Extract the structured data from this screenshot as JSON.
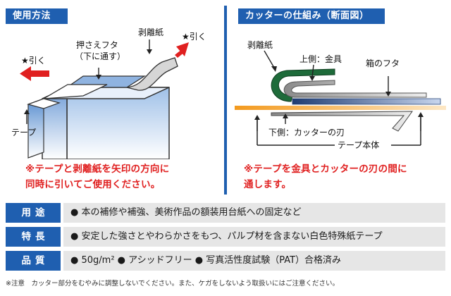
{
  "left_panel": {
    "header": "使用方法",
    "labels": {
      "pull_left": "★引く",
      "pull_right": "★引く",
      "lid_line1": "押さえフタ",
      "lid_line2": "（下に通す）",
      "release_paper": "剥離紙",
      "tape": "テープ"
    },
    "note_line1": "※テープと剥離紙を矢印の方向に",
    "note_line2": "同時に引いてご使用ください。"
  },
  "right_panel": {
    "header": "カッターの仕組み（断面図）",
    "labels": {
      "release_paper": "剥離紙",
      "upper_metal": "上側：金具",
      "box_lid": "箱のフタ",
      "lower_cutter": "下側：カッターの刃",
      "tape_body": "テープ本体"
    },
    "note_line1": "※テープを金具とカッターの刃の間に",
    "note_line2": "通します。"
  },
  "info_rows": [
    {
      "label": "用途",
      "text": "● 本の補修や補強、美術作品の額装用台紙への固定など"
    },
    {
      "label": "特長",
      "text": "● 安定した強さとやわらかさをもつ、パルプ材を含まない白色特殊紙テープ"
    },
    {
      "label": "品質",
      "text": "● 50g/m² ● アシッドフリー ● 写真活性度試験（PAT）合格済み"
    }
  ],
  "footnote": "※注意　カッター部分をむやみに調整しないでください。また、ケガをしないよう取扱いにはご注意ください。",
  "colors": {
    "accent_blue": "#1f5fb0",
    "note_red": "#e02020",
    "arrow_red": "#e02020",
    "band_gray": "#e6e6e6",
    "tape_orange": "#f39a1e",
    "release_green": "#1e6b3a"
  }
}
